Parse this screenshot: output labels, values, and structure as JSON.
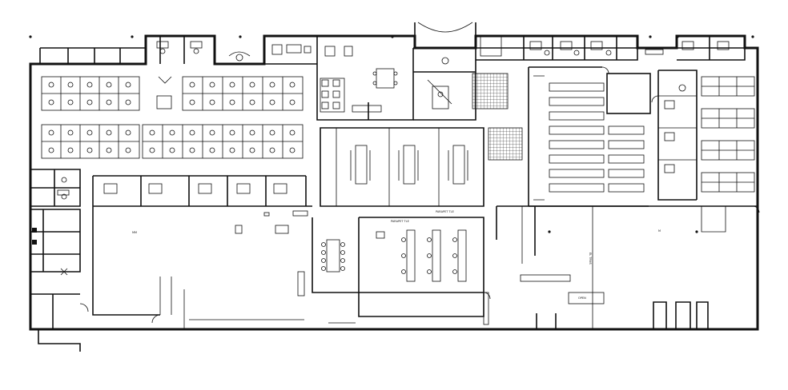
{
  "labels": {
    "room_a": "MM",
    "room_b": "M",
    "sign_1": "OPEN",
    "sign_2": "EL TRNS",
    "tag_1": "PARAPET TLE",
    "tag_2": "PARAPET TLE"
  }
}
